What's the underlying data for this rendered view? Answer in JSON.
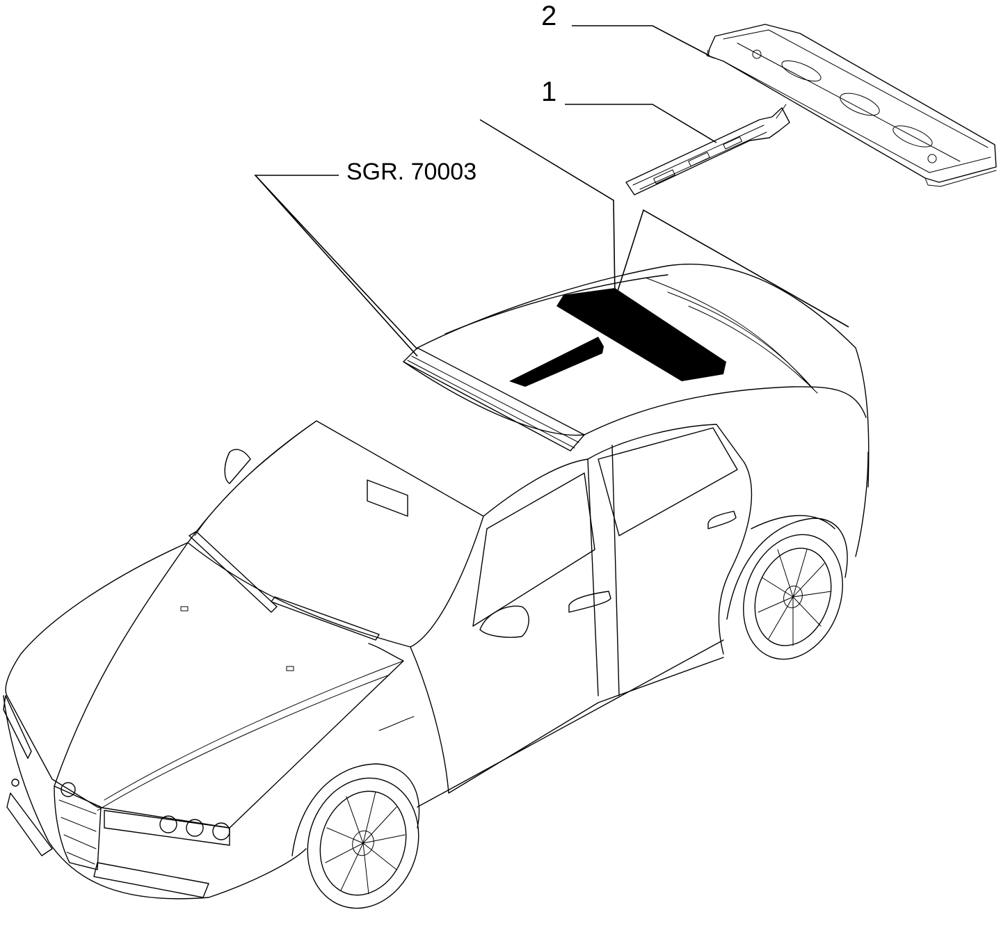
{
  "labels": {
    "part_1": "1",
    "part_2": "2",
    "group_ref": "SGR. 70003"
  },
  "colors": {
    "line": "#000000",
    "background": "#ffffff",
    "part_fill": "#000000"
  }
}
